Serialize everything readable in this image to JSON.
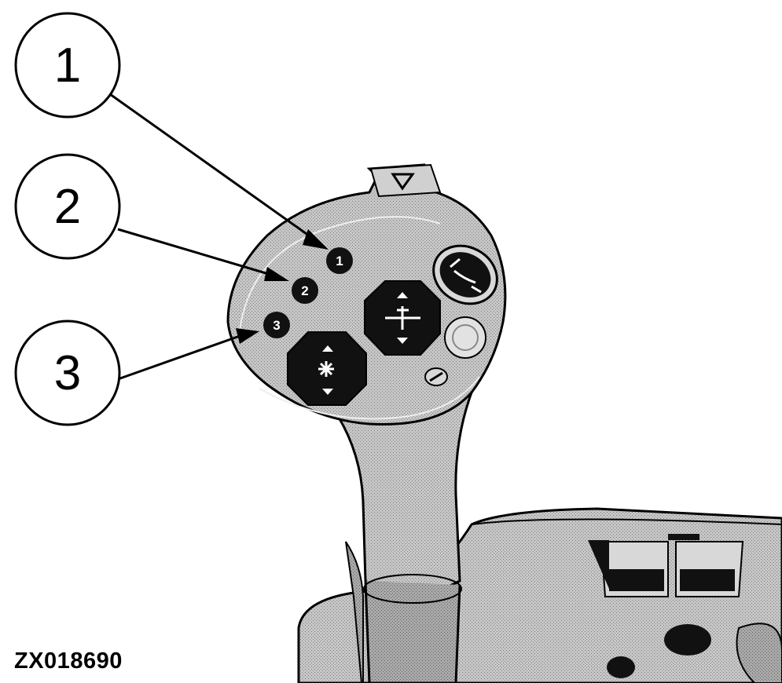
{
  "figure": {
    "id": "ZX018690"
  },
  "callouts": [
    {
      "label": "1",
      "button_label": "1"
    },
    {
      "label": "2",
      "button_label": "2"
    },
    {
      "label": "3",
      "button_label": "3"
    }
  ],
  "colors": {
    "housing": "#bdbdbd",
    "outline": "#000000",
    "buttons": "#111111"
  }
}
